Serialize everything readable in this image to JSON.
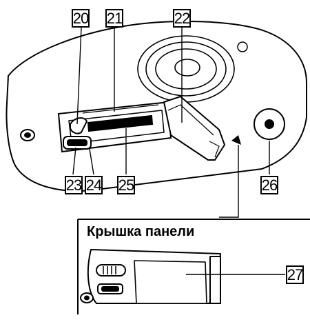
{
  "callouts": {
    "c20": "20",
    "c21": "21",
    "c22": "22",
    "c23": "23",
    "c24": "24",
    "c25": "25",
    "c26": "26",
    "c27": "27"
  },
  "inset": {
    "title": "Крышка панели"
  },
  "colors": {
    "outline": "#000000",
    "body_fill": "#ffffff",
    "dark": "#000000"
  }
}
